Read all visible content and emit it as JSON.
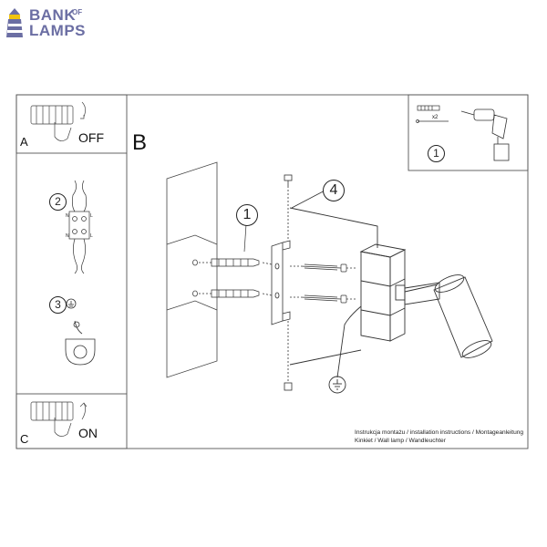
{
  "brand": {
    "line1": "BANK",
    "of": "OF",
    "line2": "LAMPS"
  },
  "panels": {
    "a": {
      "letter": "A",
      "switch_label": "OFF"
    },
    "b": {
      "letter": "B"
    },
    "c": {
      "letter": "C",
      "switch_label": "ON"
    }
  },
  "tools": {
    "quantity": "x2"
  },
  "steps": {
    "one": "1",
    "two": "2",
    "three": "3",
    "four": "4"
  },
  "terminal": {
    "n": "N",
    "l": "L"
  },
  "caption": {
    "line1": "Instrukcja montażu / installation instructions / Montageanleitung",
    "line2": "Kinkiet / Wall lamp / Wandleuchter"
  }
}
